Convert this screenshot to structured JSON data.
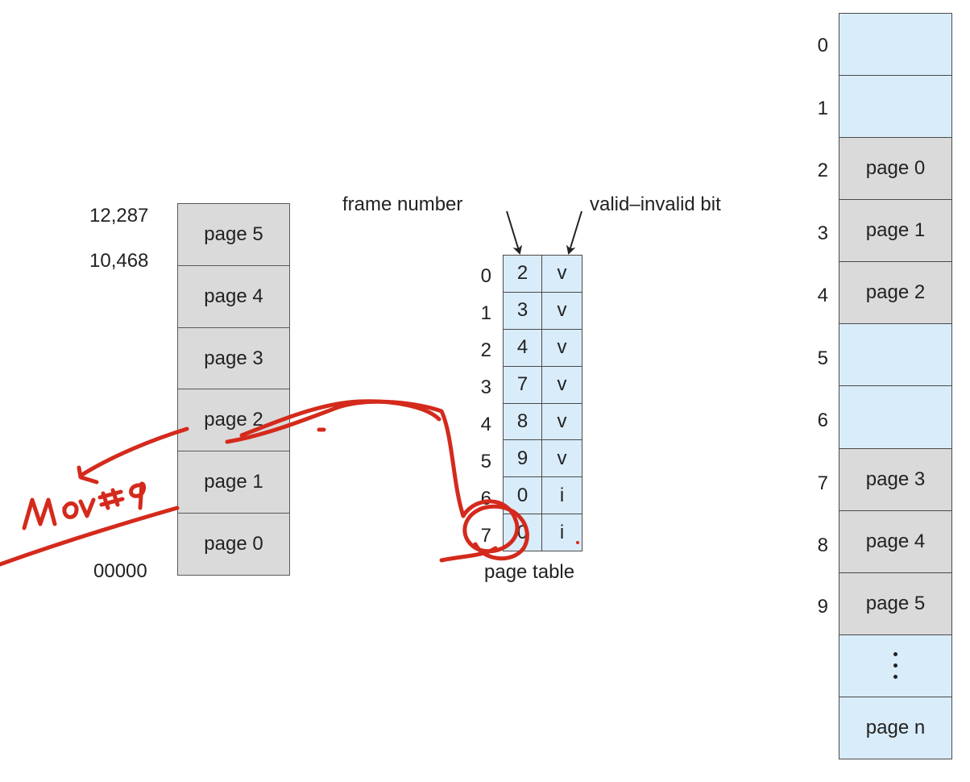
{
  "logical_memory": {
    "pages": [
      "page 5",
      "page 4",
      "page 3",
      "page 2",
      "page 1",
      "page 0"
    ],
    "addresses": {
      "top": "12,287",
      "second": "10,468",
      "bottom": "00000"
    }
  },
  "page_table": {
    "title": "page table",
    "frame_number_label": "frame number",
    "valid_bit_label": "valid–invalid bit",
    "rows": [
      {
        "index": "0",
        "frame": "2",
        "bit": "v"
      },
      {
        "index": "1",
        "frame": "3",
        "bit": "v"
      },
      {
        "index": "2",
        "frame": "4",
        "bit": "v"
      },
      {
        "index": "3",
        "frame": "7",
        "bit": "v"
      },
      {
        "index": "4",
        "frame": "8",
        "bit": "v"
      },
      {
        "index": "5",
        "frame": "9",
        "bit": "v"
      },
      {
        "index": "6",
        "frame": "0",
        "bit": "i"
      },
      {
        "index": "7",
        "frame": "0",
        "bit": "i"
      }
    ]
  },
  "physical_memory": {
    "frames": [
      {
        "index": "0",
        "label": "",
        "state": "free"
      },
      {
        "index": "1",
        "label": "",
        "state": "free"
      },
      {
        "index": "2",
        "label": "page 0",
        "state": "used"
      },
      {
        "index": "3",
        "label": "page 1",
        "state": "used"
      },
      {
        "index": "4",
        "label": "page 2",
        "state": "used"
      },
      {
        "index": "5",
        "label": "",
        "state": "free"
      },
      {
        "index": "6",
        "label": "",
        "state": "free"
      },
      {
        "index": "7",
        "label": "page 3",
        "state": "used"
      },
      {
        "index": "8",
        "label": "page 4",
        "state": "used"
      },
      {
        "index": "9",
        "label": "page 5",
        "state": "used"
      },
      {
        "index": "",
        "label": "",
        "state": "ellipsis"
      },
      {
        "index": "",
        "label": "page n",
        "state": "free"
      }
    ]
  },
  "annotation": {
    "handwritten_text": "MOV #9",
    "ink_color": "#d42a1c"
  },
  "colors": {
    "page_gray": "#dadada",
    "frame_blue": "#d9ecfa",
    "border": "#4a4a4a"
  }
}
